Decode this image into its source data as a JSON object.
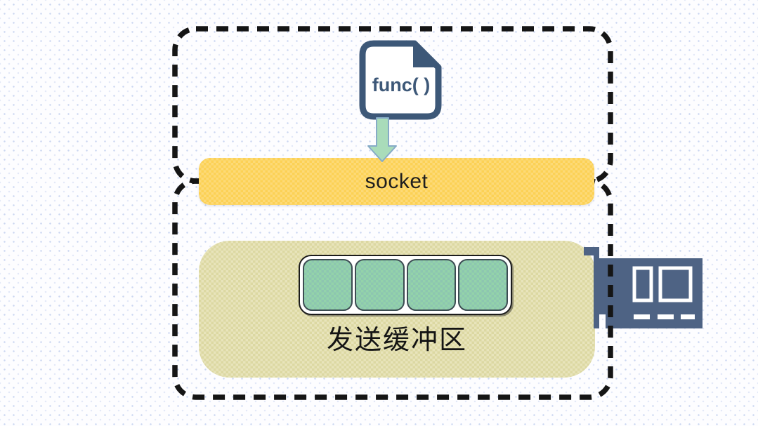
{
  "diagram": {
    "function_icon": {
      "label": "func( )"
    },
    "socket_bar": {
      "label": "socket"
    },
    "send_buffer": {
      "label": "发送缓冲区",
      "cells": [
        "filled",
        "filled",
        "filled",
        "filled"
      ]
    },
    "nic": {
      "name": "network-interface-card"
    },
    "colors": {
      "socket_yellow": "#fcd155",
      "buffer_tan": "#dcd8a2",
      "cell_green": "#93d3aa",
      "icon_navy": "#3d5878",
      "nic_slate": "#4e6384",
      "arrow_green": "#a9dcba",
      "arrow_edge": "#86abc7",
      "dash_black": "#151515"
    }
  }
}
